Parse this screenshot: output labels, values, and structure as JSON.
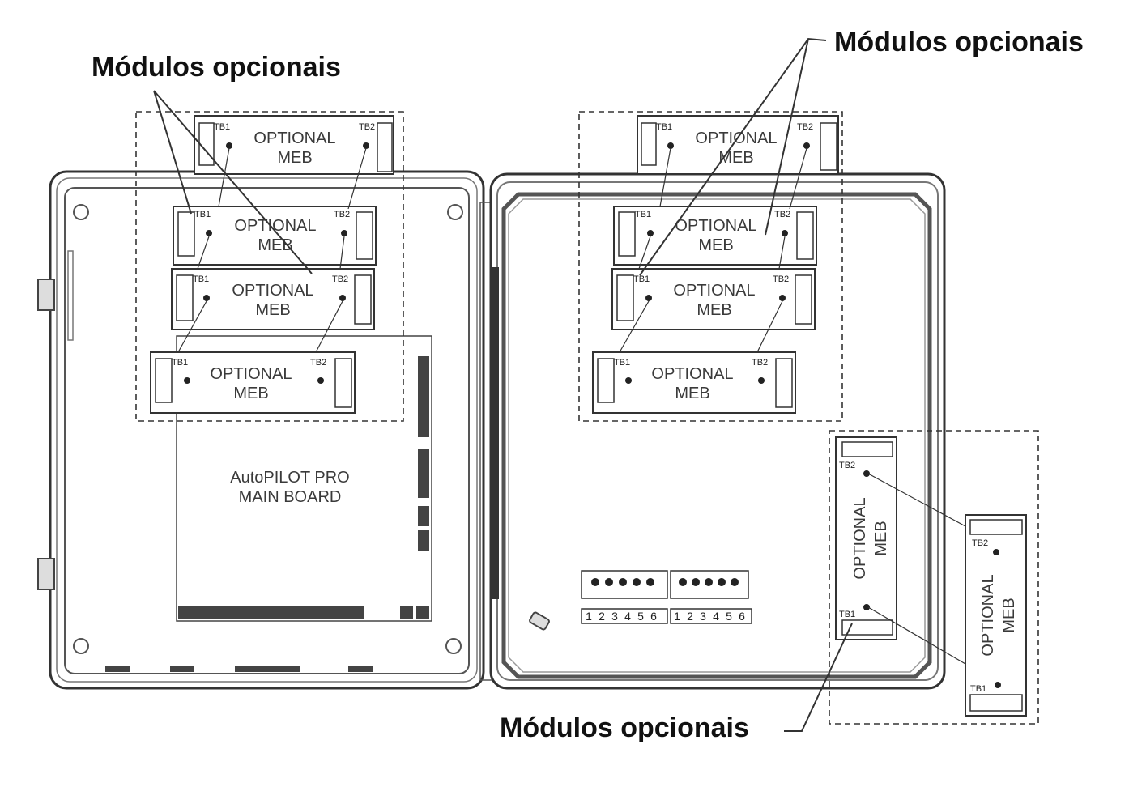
{
  "callouts": [
    "Módulos opcionais",
    "Módulos opcionais",
    "Módulos opcionais"
  ],
  "modules": {
    "line1": "OPTIONAL",
    "line2": "MEB",
    "tb1": "TB1",
    "tb2": "TB2"
  },
  "main_board": {
    "line1": "AutoPILOT PRO",
    "line2": "MAIN BOARD"
  },
  "terminal_numbers": [
    "1",
    "2",
    "3",
    "4",
    "5",
    "6",
    "1",
    "2",
    "3",
    "4",
    "5",
    "6"
  ]
}
